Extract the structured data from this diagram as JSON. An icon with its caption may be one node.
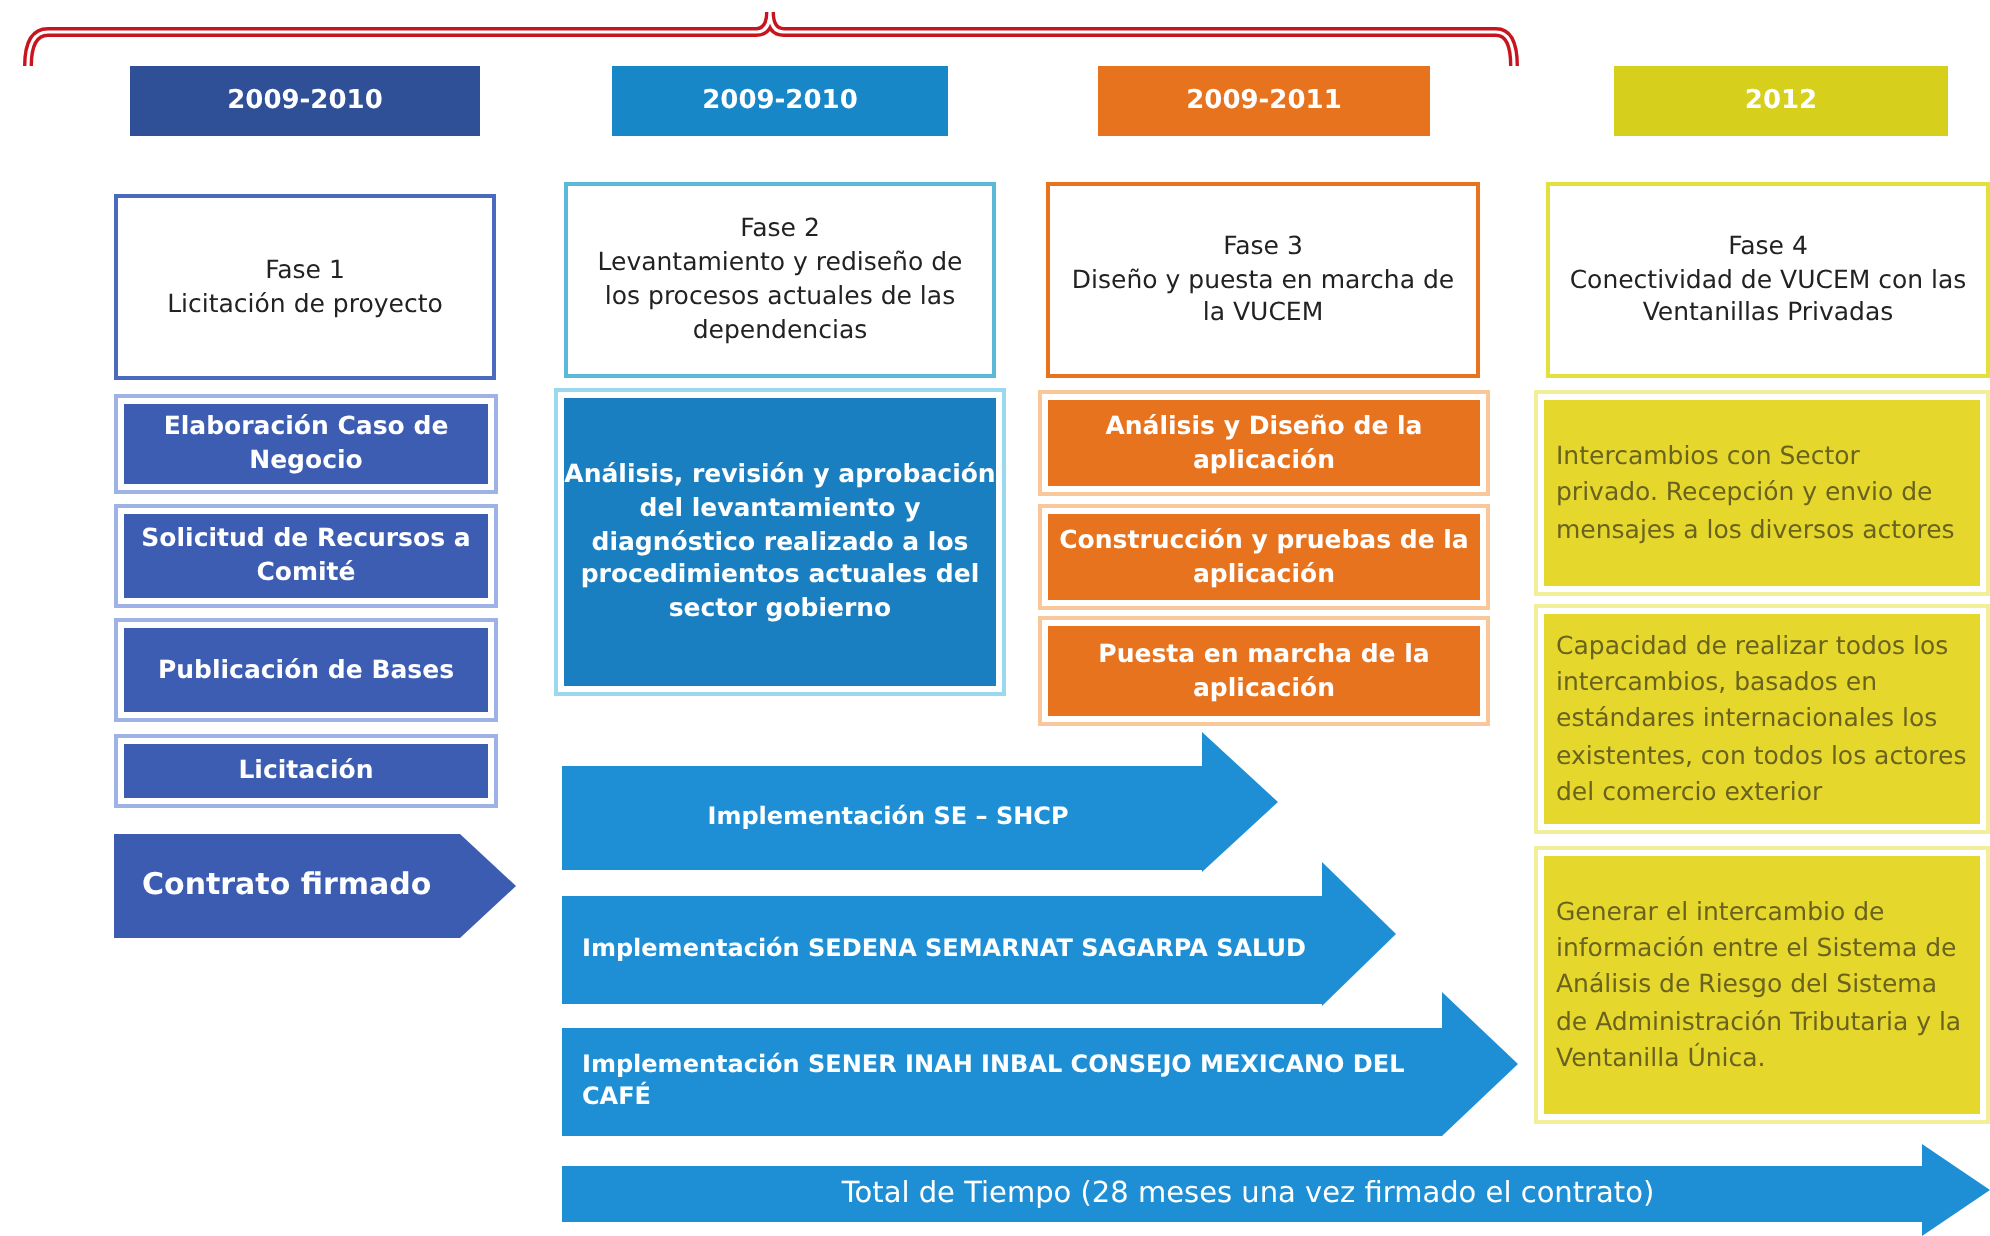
{
  "diagram": {
    "nodes": [
      {
        "text": [
          "2009-2010"
        ]
      },
      {
        "text": [
          "2009-2010"
        ]
      },
      {
        "text": [
          "2009-2011"
        ]
      },
      {
        "text": [
          "2012"
        ]
      },
      {
        "text": [
          "Fase 1",
          "Licitación de proyecto"
        ]
      },
      {
        "text": [
          "Fase 2",
          "Levantamiento y rediseño de los procesos actuales de las dependencias"
        ]
      },
      {
        "text": [
          "Fase 3",
          "Diseño y puesta en marcha de la VUCEM"
        ]
      },
      {
        "text": [
          "Fase 4",
          "Conectividad de VUCEM con las Ventanillas Privadas"
        ]
      },
      {
        "text": [
          "Elaboración Caso de Negocio"
        ]
      },
      {
        "text": [
          "Análisis, revisión y aprobación del levantamiento y diagnóstico realizado a los procedimientos actuales del sector gobierno"
        ]
      },
      {
        "text": [
          "Análisis y Diseño de la aplicación"
        ]
      },
      {
        "text": [
          "Intercambios con Sector privado. Recepción y envio de mensajes a los diversos actores"
        ]
      },
      {
        "text": [
          "Solicitud de Recursos a Comité"
        ]
      },
      {
        "text": [
          "Construcción y pruebas de la aplicación"
        ]
      },
      {
        "text": [
          "Capacidad de realizar todos los intercambios, basados en estándares internacionales los existentes, con todos los actores del comercio exterior"
        ]
      },
      {
        "text": [
          "Publicación de Bases"
        ]
      },
      {
        "text": [
          "Puesta en marcha de la aplicación"
        ]
      },
      {
        "text": [
          "Licitación"
        ]
      },
      {
        "text": [
          "Implementación SE – SHCP"
        ]
      },
      {
        "text": [
          "Contrato firmado"
        ]
      },
      {
        "text": [
          "Generar el intercambio de información entre el Sistema de Análisis de Riesgo del Sistema de Administración Tributaria  y la Ventanilla Única."
        ]
      },
      {
        "text": [
          "Implementación SEDENA SEMARNAT SAGARPA SALUD"
        ]
      },
      {
        "text": [
          "Implementación SENER INAH INBAL CONSEJO MEXICANO DEL CAFÉ"
        ]
      },
      {
        "text": [
          "Total de Tiempo (28 meses  una vez firmado  el contrato)"
        ]
      }
    ]
  }
}
